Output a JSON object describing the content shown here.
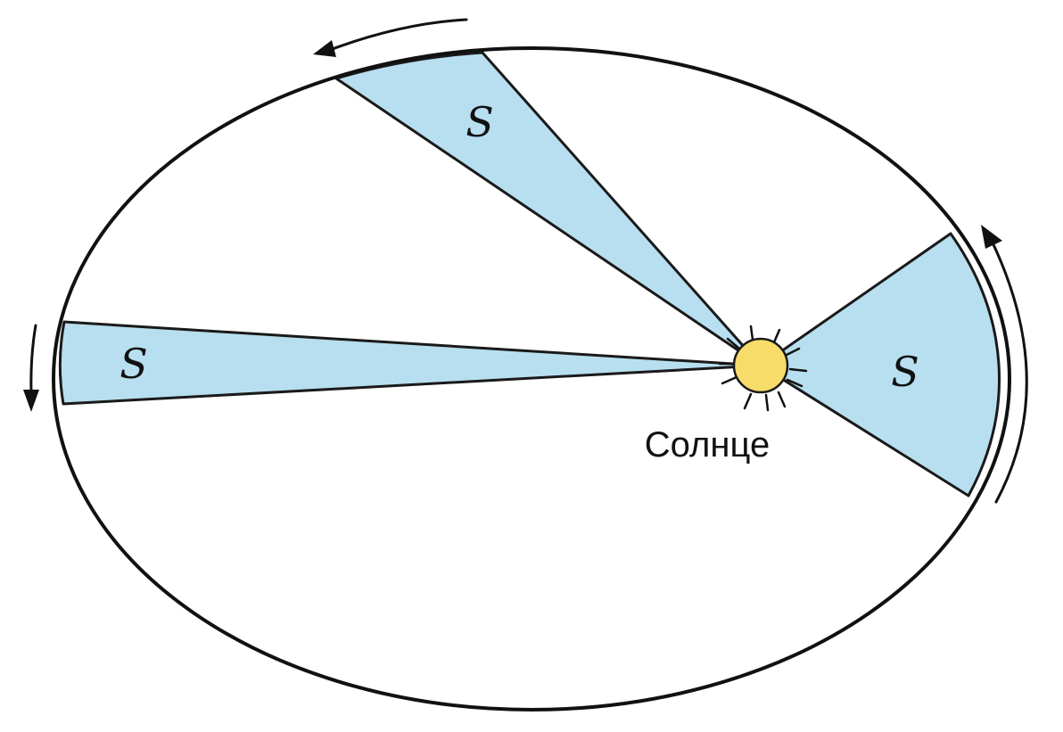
{
  "diagram": {
    "sun_label": "Солнце",
    "sectors": [
      {
        "label": "S"
      },
      {
        "label": "S"
      },
      {
        "label": "S"
      }
    ],
    "colors": {
      "sector_fill": "#b8dff0",
      "sun_fill": "#f7dc6a",
      "orbit_stroke": "#111111"
    }
  }
}
